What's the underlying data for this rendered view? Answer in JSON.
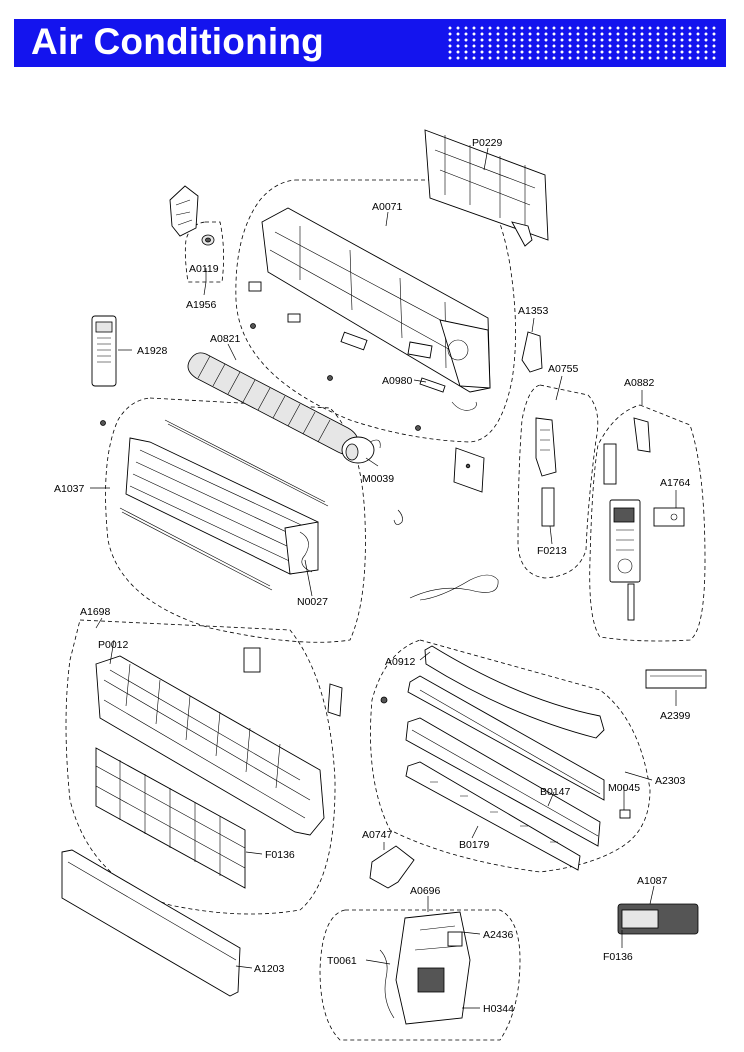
{
  "header": {
    "title": "Air Conditioning",
    "banner_color": "#1414ee"
  },
  "parts": {
    "P0229": "P0229",
    "A0071": "A0071",
    "A0119": "A0119",
    "A1956": "A1956",
    "A1928": "A1928",
    "A0821": "A0821",
    "A1353": "A1353",
    "A0980": "A0980",
    "A0755": "A0755",
    "A0882": "A0882",
    "A1037": "A1037",
    "M0039": "M0039",
    "A1764": "A1764",
    "F0213": "F0213",
    "N0027": "N0027",
    "A1698": "A1698",
    "P0012": "P0012",
    "A0912": "A0912",
    "A2399": "A2399",
    "A2303": "A2303",
    "M0045": "M0045",
    "B0147": "B0147",
    "B0179": "B0179",
    "F0136a": "F0136",
    "A0747": "A0747",
    "A0696": "A0696",
    "A2436": "A2436",
    "A1087": "A1087",
    "F0136b": "F0136",
    "T0061": "T0061",
    "A1203": "A1203",
    "H0344": "H0344"
  }
}
